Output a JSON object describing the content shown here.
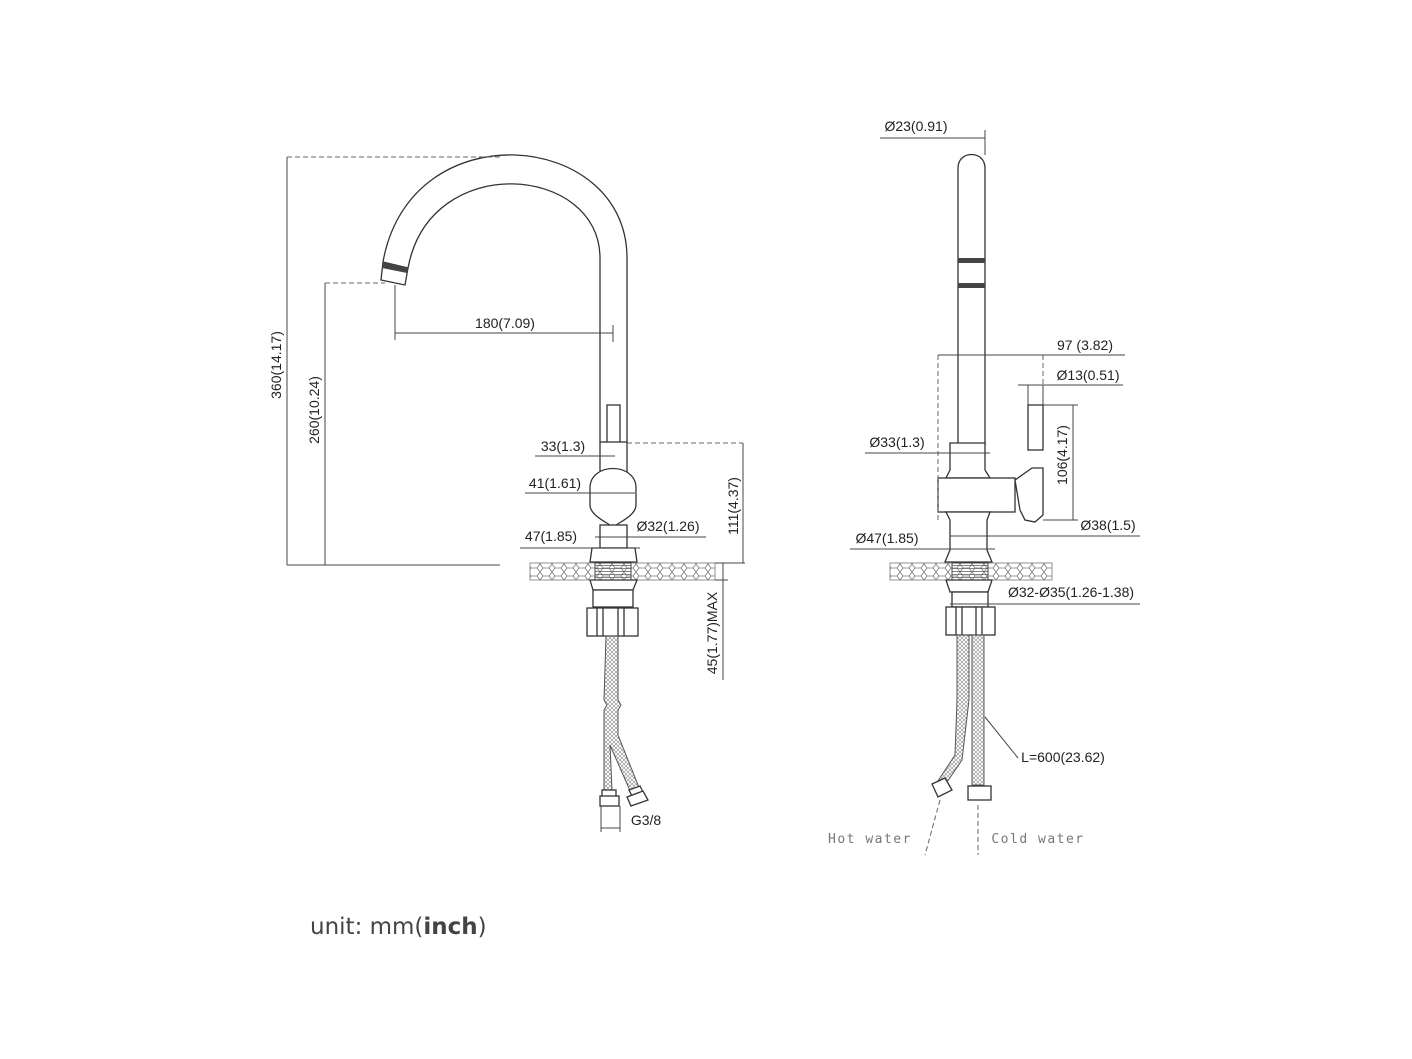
{
  "title": "Kitchen faucet dimension drawing",
  "front_view": {
    "total_height": "360(14.17)",
    "spout_height": "260(10.24)",
    "spout_reach": "180(7.09)",
    "neck_width": "33(1.3)",
    "body_width": "41(1.61)",
    "base_diameter": "Ø32(1.26)",
    "flange_width": "47(1.85)",
    "body_height": "111(4.37)",
    "max_deck_thickness": "45(1.77)MAX",
    "connector": "G3/8"
  },
  "side_view": {
    "spout_diameter": "Ø23(0.91)",
    "handle_reach": "97  (3.82)",
    "handle_diameter": "Ø13(0.51)",
    "neck_diameter": "Ø33(1.3)",
    "handle_height": "106(4.17)",
    "body_diameter": "Ø38(1.5)",
    "flange_diameter": "Ø47(1.85)",
    "hole_diameter": "Ø32-Ø35(1.26-1.38)",
    "hose_length": "L=600(23.62)",
    "hot_water": "Hot water",
    "cold_water": "Cold water"
  },
  "unit_prefix": "unit: mm(",
  "unit_bold": "inch",
  "unit_suffix": ")"
}
